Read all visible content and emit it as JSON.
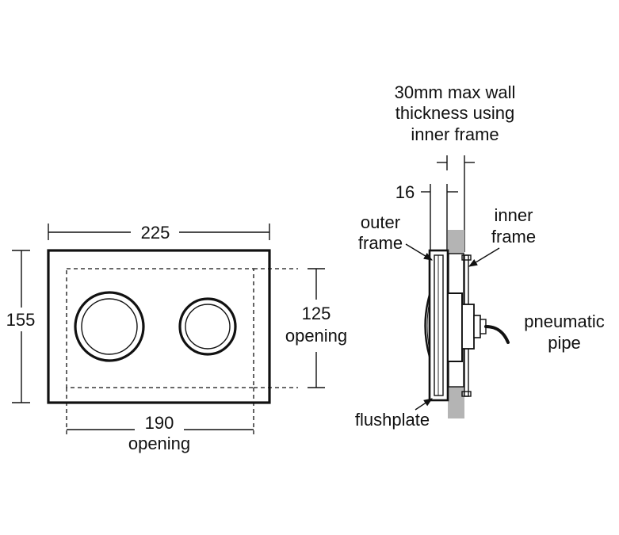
{
  "front_view": {
    "width_dim": "225",
    "height_dim": "155",
    "opening_height_dim": "125",
    "opening_height_label": "opening",
    "opening_width_dim": "190",
    "opening_width_label": "opening"
  },
  "side_view": {
    "wall_note": [
      "30mm max wall",
      "thickness using",
      "inner frame"
    ],
    "plate_dim": "16",
    "outer_frame_label": [
      "outer",
      "frame"
    ],
    "inner_frame_label": [
      "inner",
      "frame"
    ],
    "pneumatic_label": [
      "pneumatic",
      "pipe"
    ],
    "flushplate_label": "flushplate"
  },
  "colors": {
    "line": "#111111",
    "wall": "#b4b4b4",
    "background": "#ffffff"
  }
}
